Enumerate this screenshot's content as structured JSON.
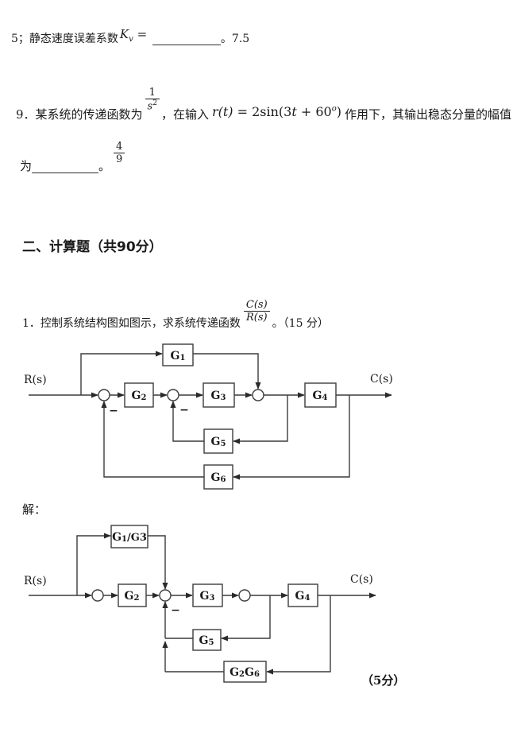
{
  "doc": {
    "q5": {
      "prefix": "5；静态速度误差系数",
      "var_main": "K",
      "var_sub": "v",
      "equals": " = ",
      "answer_punct": "。",
      "answer": "7.5"
    },
    "q9": {
      "lead": "9．某系统的传递函数为",
      "frac_num": "1",
      "frac_den_base": "s",
      "frac_den_sup": "2",
      "mid": "，在输入",
      "f_var": "r(t)",
      "f_mid": " = 2sin(3",
      "f_var2": "t",
      "f_mid2": " + 60",
      "f_sup": "o",
      "f_close": ")",
      "tail": "作用下，其输出稳态分量的幅值",
      "line2_lead": "为",
      "line2_punct": "。",
      "ans_num": "4",
      "ans_den": "9"
    },
    "section_heading": "二、计算题（共90分）",
    "q1": {
      "lead": "1．控制系统结构图如图示，求系统传递函数",
      "frac_num": "C(s)",
      "frac_den": "R(s)",
      "tail": "。（15 分）"
    },
    "solution_label": "解：",
    "score_label": "（5分）"
  },
  "diagram1": {
    "input": "R(s)",
    "output": "C(s)",
    "minus1": "−",
    "minus2": "−",
    "g1_m": "G",
    "g1_s": "1",
    "g2_m": "G",
    "g2_s": "2",
    "g3_m": "G",
    "g3_s": "3",
    "g4_m": "G",
    "g4_s": "4",
    "g5_m": "G",
    "g5_s": "5",
    "g6_m": "G",
    "g6_s": "6"
  },
  "diagram2": {
    "input": "R(s)",
    "output": "C(s)",
    "minus": "−",
    "gtop_m": "G",
    "gtop_s": "1",
    "gtop_rest": "/G3",
    "g2_m": "G",
    "g2_s": "2",
    "g3_m": "G",
    "g3_s": "3",
    "g4_m": "G",
    "g4_s": "4",
    "g5_m": "G",
    "g5_s": "5",
    "gfb_m1": "G",
    "gfb_s1": "2",
    "gfb_m2": "G",
    "gfb_s2": "6"
  },
  "colors": {
    "line": "#3c3c3c",
    "text": "#1a1a1a",
    "bg": "#ffffff"
  }
}
